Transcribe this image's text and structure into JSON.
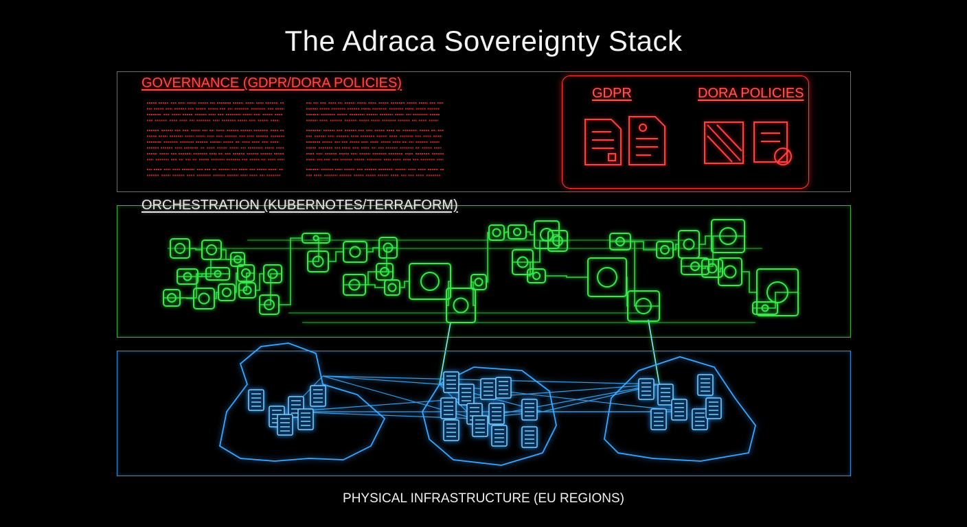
{
  "title": "The Adraca Sovereignty Stack",
  "layers": {
    "governance": {
      "label": "GOVERNANCE (GDPR/DORA POLICIES)",
      "color": "#ff3b3b",
      "policies": [
        {
          "label": "GDPR",
          "icon": "document-icon"
        },
        {
          "label": "DORA POLICIES",
          "icon": "crossed-document-icon"
        }
      ]
    },
    "orchestration": {
      "label": "ORCHESTRATION (KUBERNOTES/TERRAFORM)",
      "color": "#35e04a",
      "icon": "workflow-node-icon"
    },
    "physical": {
      "label": "PHYSICAL INFRASTRUCTURE (EU REGIONS)",
      "color": "#3aa8ff",
      "icon": "server-rack-icon"
    }
  }
}
